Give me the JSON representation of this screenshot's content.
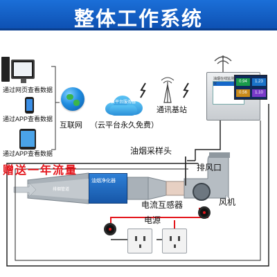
{
  "header": {
    "title": "整体工作系统"
  },
  "devices": {
    "web_label": "通过网页查看数据",
    "app_phone_label": "通过APP查看数据",
    "app_tablet_label": "通过APP查看数据"
  },
  "network": {
    "internet_label": "互联网",
    "cloud_label": "（云平台永久免费）",
    "cloud_icon_text": "云平台服务器",
    "station_label": "通讯基站"
  },
  "promo": {
    "text": "赠送一年流量"
  },
  "equipment": {
    "sampling_head_label": "油烟采样头",
    "exhaust_outlet_label": "排风口",
    "purifier_label": "油烟净化器",
    "duct_label": "排烟管道",
    "current_sensor_label": "电流互感器",
    "fan_label": "风机",
    "power_label": "电源",
    "cabinet_title": "油烟在线监测仪"
  },
  "cabinet_readings": [
    "0.94",
    "1.23",
    "0.56",
    "1.10"
  ],
  "colors": {
    "banner": "#1565cf",
    "promo_red": "#e4151b",
    "wire_red": "#e4151b",
    "wire_black": "#222222",
    "duct_gray": "#9aa3ab"
  },
  "icons": [
    "computer-icon",
    "phone-icon",
    "tablet-icon",
    "globe-icon",
    "cloud-icon",
    "signal-bolt-icon",
    "antenna-icon",
    "wifi-icon",
    "fan-icon",
    "socket-icon",
    "current-sensor-icon",
    "arrow-icon"
  ]
}
